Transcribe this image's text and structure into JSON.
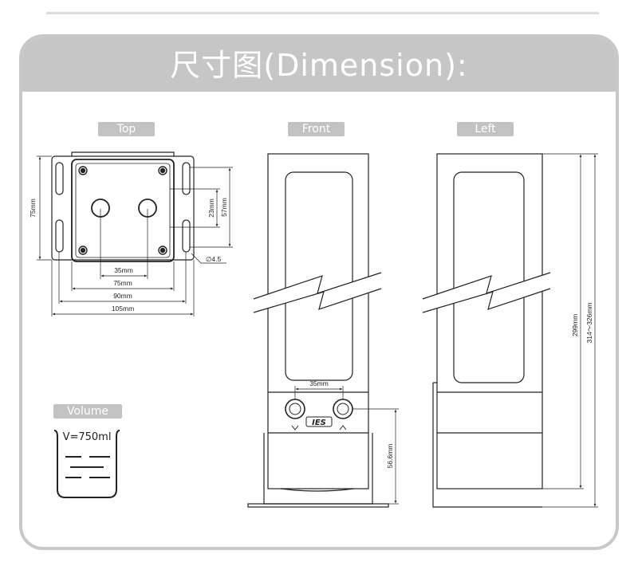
{
  "header": {
    "title": "尺寸图(Dimension):"
  },
  "views": {
    "top": "Top",
    "front": "Front",
    "left": "Left",
    "volume": "Volume"
  },
  "top_view": {
    "height_label": "75mm",
    "port_offset_label": "23mm",
    "port_height_label": "57mm",
    "hole_label": "∅4.5",
    "width_labels": [
      "35mm",
      "75mm",
      "90mm",
      "105mm"
    ]
  },
  "front_view": {
    "port_spacing_label": "35mm",
    "port_height_label": "56.6mm",
    "logo_text": "IES"
  },
  "left_view": {
    "height_label": "299mm",
    "total_height_label": "314～326mm"
  },
  "volume": {
    "label": "V=750ml"
  }
}
